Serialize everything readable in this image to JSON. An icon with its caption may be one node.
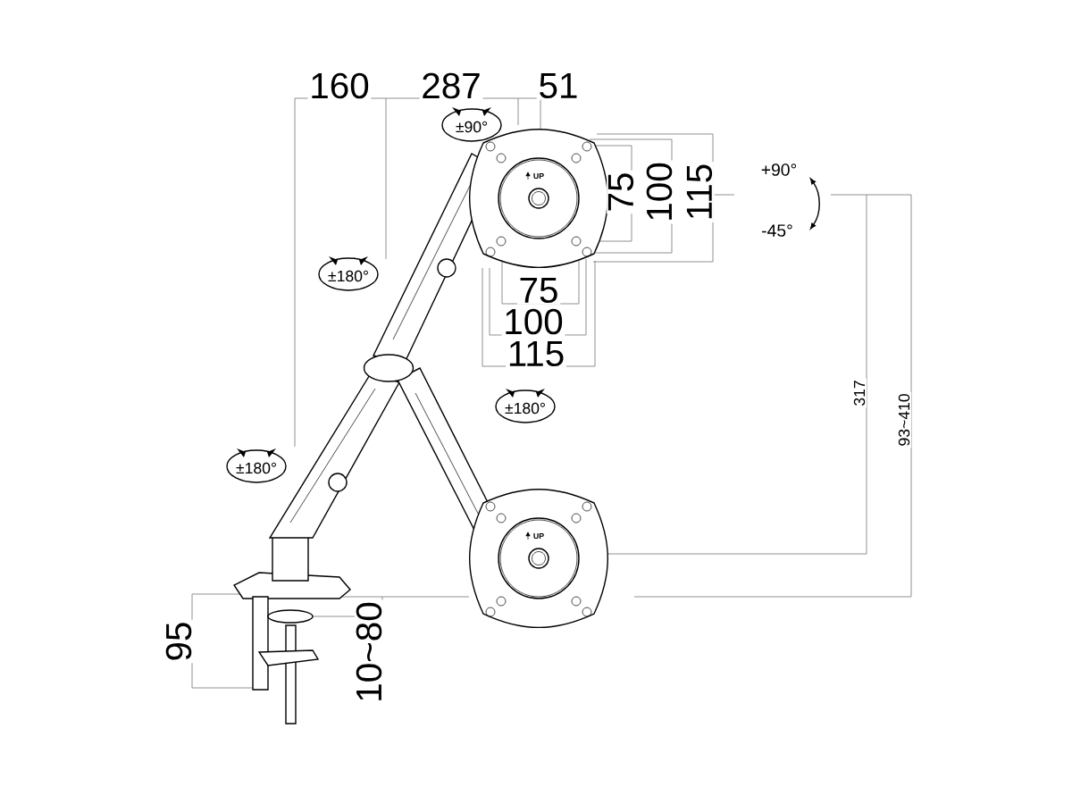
{
  "diagram": {
    "labels": [
      "160",
      "287",
      "51",
      "±90°",
      "UP",
      "75",
      "100",
      "115",
      "+90°",
      "±180°",
      "-45°",
      "75",
      "100",
      "115",
      "±180°",
      "317",
      "93~410",
      "±180°",
      "UP",
      "95",
      "10~80"
    ]
  }
}
